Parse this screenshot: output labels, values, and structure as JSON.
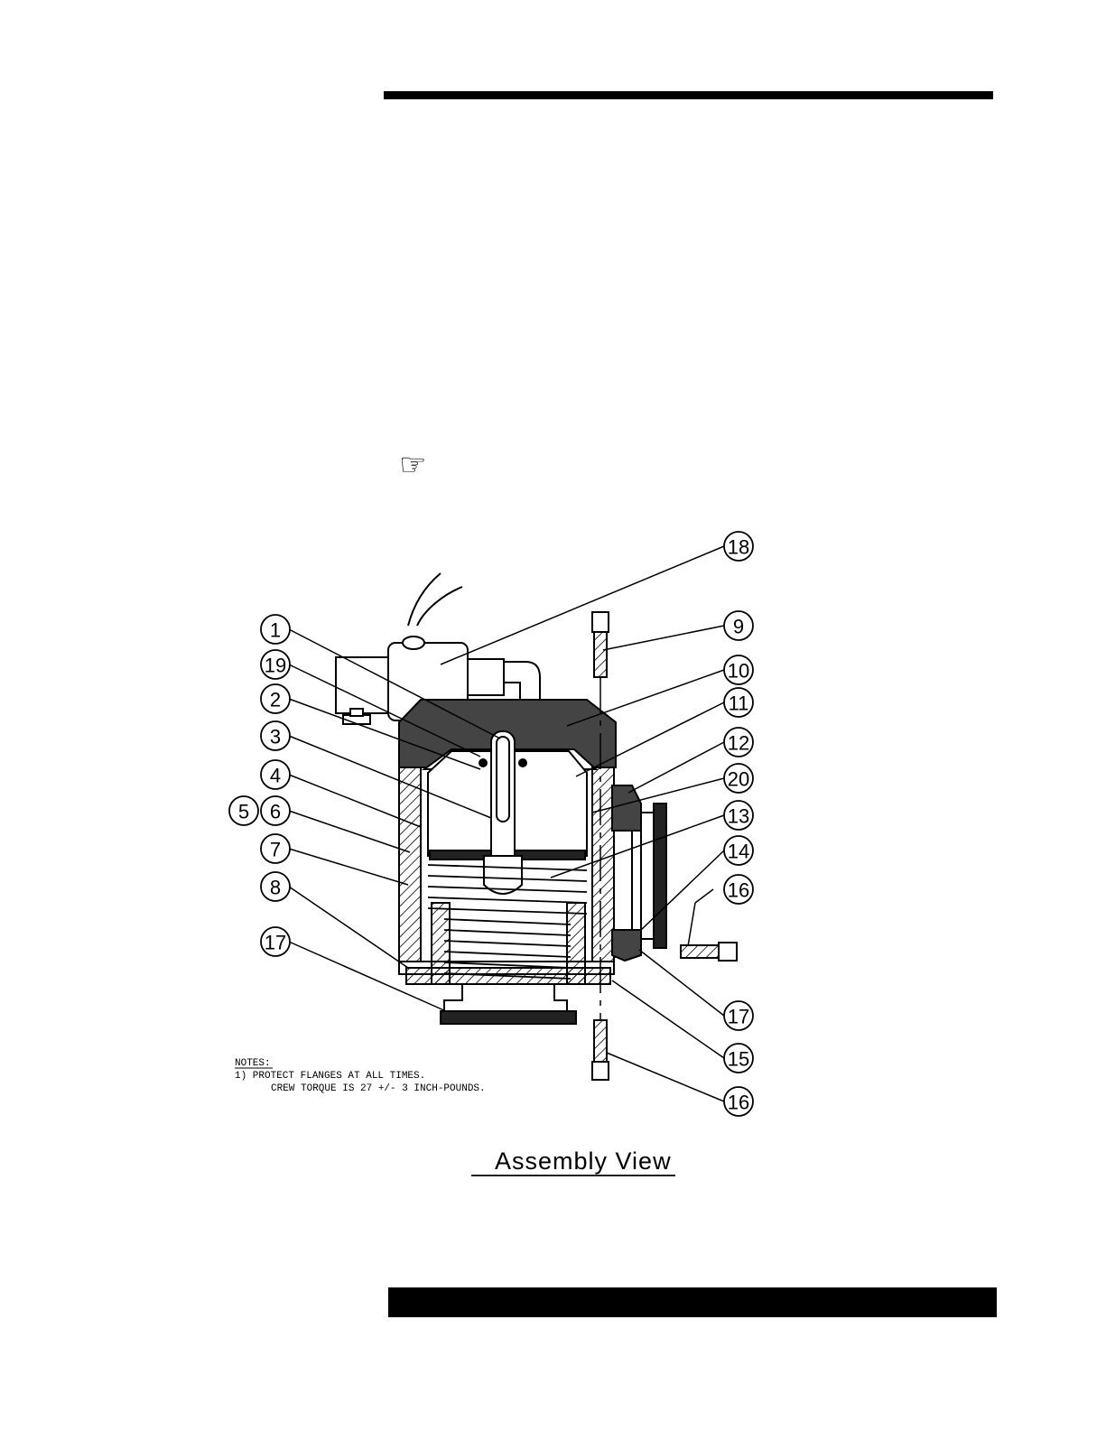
{
  "header": {
    "rule_color": "#000000"
  },
  "pointer_glyph": "☞",
  "drawing": {
    "callouts": [
      "18",
      "1",
      "9",
      "19",
      "10",
      "2",
      "11",
      "3",
      "12",
      "20",
      "4",
      "5",
      "6",
      "13",
      "7",
      "14",
      "16",
      "8",
      "17",
      "17",
      "15",
      "16"
    ],
    "notes": {
      "heading": "NOTES:",
      "line1": "1)  PROTECT FLANGES AT ALL TIMES.",
      "line2": "CREW TORQUE IS 27 +/- 3 INCH-POUNDS."
    },
    "view_title": "Assembly View"
  },
  "footer": {
    "bar_color": "#000000"
  }
}
